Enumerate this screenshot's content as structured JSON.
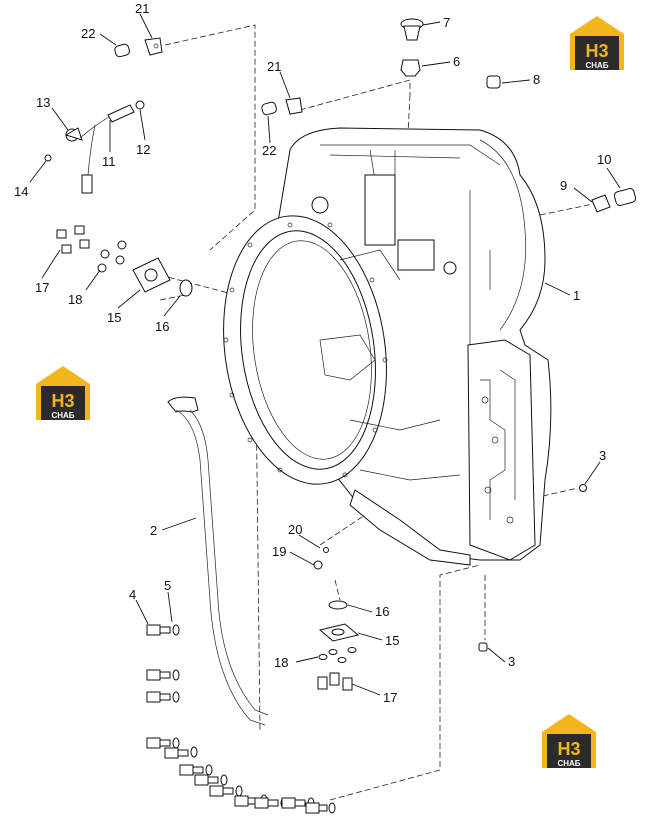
{
  "logo": {
    "mark": "H3",
    "subtitle": "СНАБ",
    "colors": {
      "house": "#f2b51c",
      "dark": "#2b2b2b",
      "text": "#ffffff"
    }
  },
  "callouts": [
    "21",
    "22",
    "7",
    "6",
    "8",
    "13",
    "11",
    "12",
    "14",
    "10",
    "9",
    "17",
    "18",
    "15",
    "16",
    "1",
    "2",
    "3",
    "20",
    "19",
    "5",
    "4",
    "16",
    "15",
    "18",
    "17",
    "3",
    "21",
    "22"
  ]
}
